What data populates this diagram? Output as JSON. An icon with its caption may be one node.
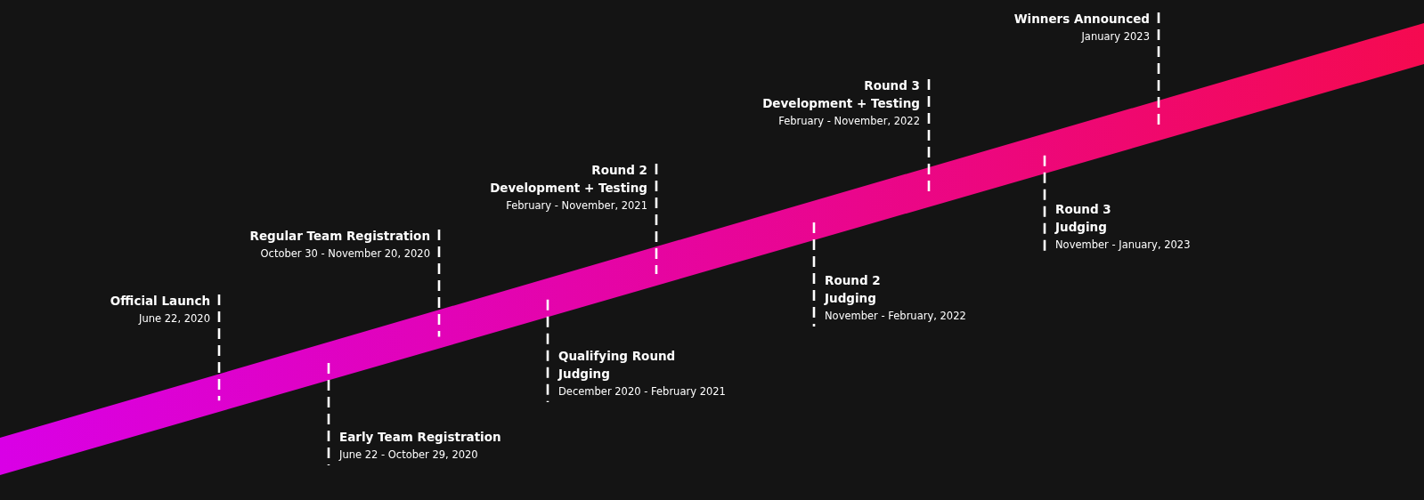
{
  "diagram": {
    "nodes": [
      {
        "text": [],
        "shape": "bar"
      },
      {
        "text": [
          "Official Launch",
          "June 22, 2020"
        ]
      },
      {
        "text": [
          "Early Team Registration",
          "June 22 - October 29, 2020"
        ]
      },
      {
        "text": [
          "Regular Team Registration",
          "October 30 - November 20, 2020"
        ]
      },
      {
        "text": [
          "Qualifying Round Judging",
          "December 2020 - February 2021"
        ]
      },
      {
        "text": [
          "Round 2",
          "Development + Testing",
          "February - November, 2021"
        ]
      },
      {
        "text": [
          "Round 2 Judging",
          "November - February, 2022"
        ]
      },
      {
        "text": [
          "Round 3",
          "Development + Testing",
          "February - November, 2022"
        ]
      },
      {
        "text": [
          "Round 3 Judging",
          "November - January, 2023"
        ]
      },
      {
        "text": [
          "Winners Announced",
          "January 2023"
        ]
      }
    ],
    "edges": [
      {
        "from": 1,
        "to": 0,
        "arrow": "none",
        "style": "dashed"
      },
      {
        "from": 2,
        "to": 0,
        "arrow": "none",
        "style": "dashed"
      },
      {
        "from": 3,
        "to": 0,
        "arrow": "none",
        "style": "dashed"
      },
      {
        "from": 4,
        "to": 0,
        "arrow": "none",
        "style": "dashed"
      },
      {
        "from": 5,
        "to": 0,
        "arrow": "none",
        "style": "dashed"
      },
      {
        "from": 6,
        "to": 0,
        "arrow": "none",
        "style": "dashed"
      },
      {
        "from": 7,
        "to": 0,
        "arrow": "none",
        "style": "dashed"
      },
      {
        "from": 8,
        "to": 0,
        "arrow": "none",
        "style": "dashed"
      },
      {
        "from": 9,
        "to": 0,
        "arrow": "none",
        "style": "dashed"
      }
    ]
  }
}
